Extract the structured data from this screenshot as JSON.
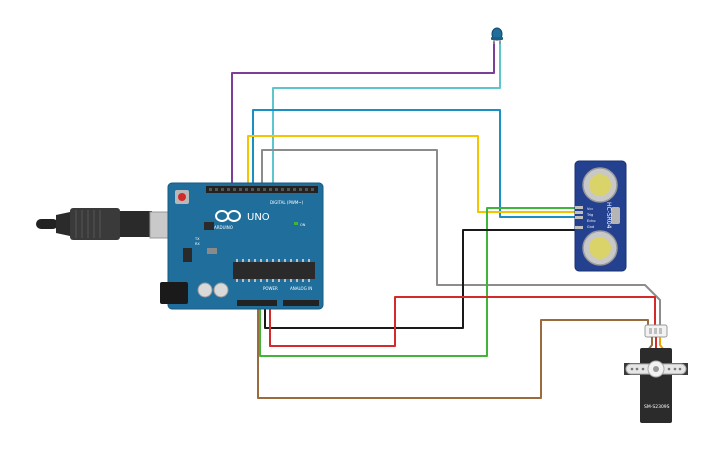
{
  "board": {
    "brand": "ARDUINO",
    "model": "UNO",
    "digital_header": "DIGITAL (PWM~)",
    "power_header": "POWER",
    "analog_header": "ANALOG IN",
    "on_label": "ON",
    "tx_label": "TX",
    "rx_label": "RX"
  },
  "sensor": {
    "model": "HC-SR04",
    "pins": [
      "Vcc",
      "Trig",
      "Echo",
      "Gnd"
    ]
  },
  "servo": {
    "model": "SM-S2309S"
  },
  "colors": {
    "board_blue": "#1f6e9c",
    "sensor_blue": "#23418f",
    "wire_purple": "#7b3f98",
    "wire_teal": "#5ec4cd",
    "wire_blue": "#1a8fc4",
    "wire_yellow": "#f5c400",
    "wire_gray": "#8c8c8c",
    "wire_green": "#3fb53a",
    "wire_black": "#1a1a1a",
    "wire_red": "#d42a2a",
    "wire_brown": "#9a6b3d"
  }
}
